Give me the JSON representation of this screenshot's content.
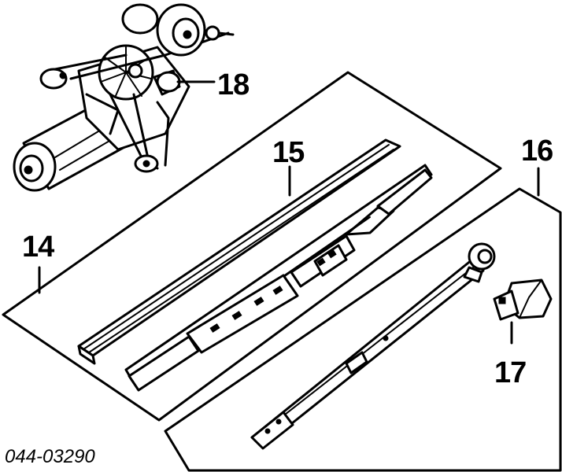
{
  "callouts": {
    "c14": "14",
    "c15": "15",
    "c16": "16",
    "c17": "17",
    "c18": "18"
  },
  "diagram_code": "044-03290",
  "colors": {
    "ink": "#000000",
    "paper": "#ffffff"
  }
}
